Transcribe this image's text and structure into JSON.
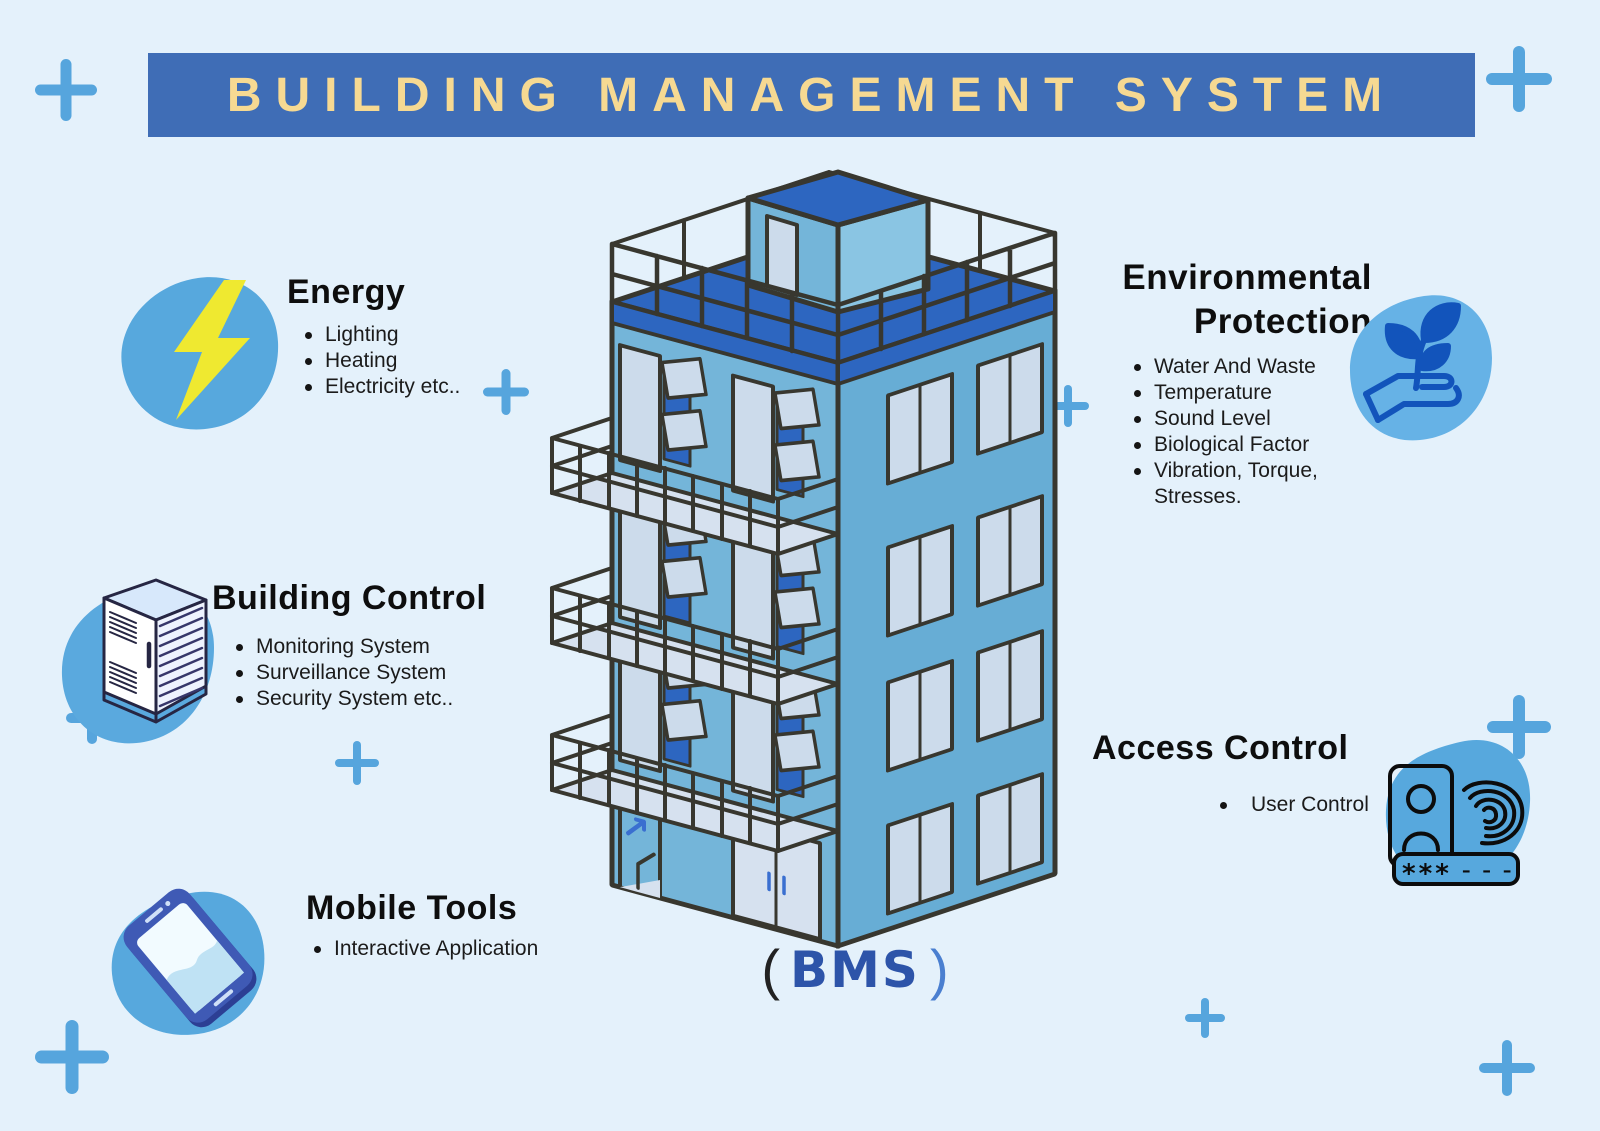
{
  "banner": {
    "title": "BUILDING MANAGEMENT SYSTEM",
    "bg_color": "#3f6db6",
    "text_color": "#f6d992"
  },
  "sections": {
    "energy": {
      "title": "Energy",
      "icon": "lightning-icon",
      "items": [
        "Lighting",
        "Heating",
        "Electricity etc.."
      ]
    },
    "environmental": {
      "title_line1": "Environmental",
      "title_line2": "Protection",
      "icon": "seedling-hand-icon",
      "items": [
        "Water And Waste",
        "Temperature",
        "Sound Level",
        "Biological Factor",
        "Vibration, Torque, Stresses."
      ]
    },
    "building_control": {
      "title": "Building Control",
      "icon": "server-rack-icon",
      "items": [
        "Monitoring System",
        "Surveillance System",
        "Security System etc.."
      ]
    },
    "access_control": {
      "title": "Access Control",
      "icon": "id-card-fingerprint-icon",
      "items": [
        "User Control"
      ],
      "password_mask": "***",
      "password_dashes": "– – –"
    },
    "mobile_tools": {
      "title": "Mobile Tools",
      "icon": "smartphone-icon",
      "items": [
        "Interactive Application"
      ]
    }
  },
  "caption": {
    "open_paren": "(",
    "label": "BMS",
    "close_paren": ")"
  },
  "colors": {
    "background": "#e4f1fb",
    "banner_bg": "#3f6db6",
    "banner_text": "#f6d992",
    "plus_accent": "#56a5dd",
    "icon_blob": "#57a8dd",
    "dark_blue": "#2d66c0",
    "wall_left": "#74b5d9",
    "wall_right": "#67add5",
    "outline": "#38372f",
    "window_pane": "#ccdbeb",
    "slab": "#d6e1ef",
    "bolt_yellow": "#efe930",
    "bms_text": "#2d54a9",
    "line_art_navy": "#1254bb"
  }
}
